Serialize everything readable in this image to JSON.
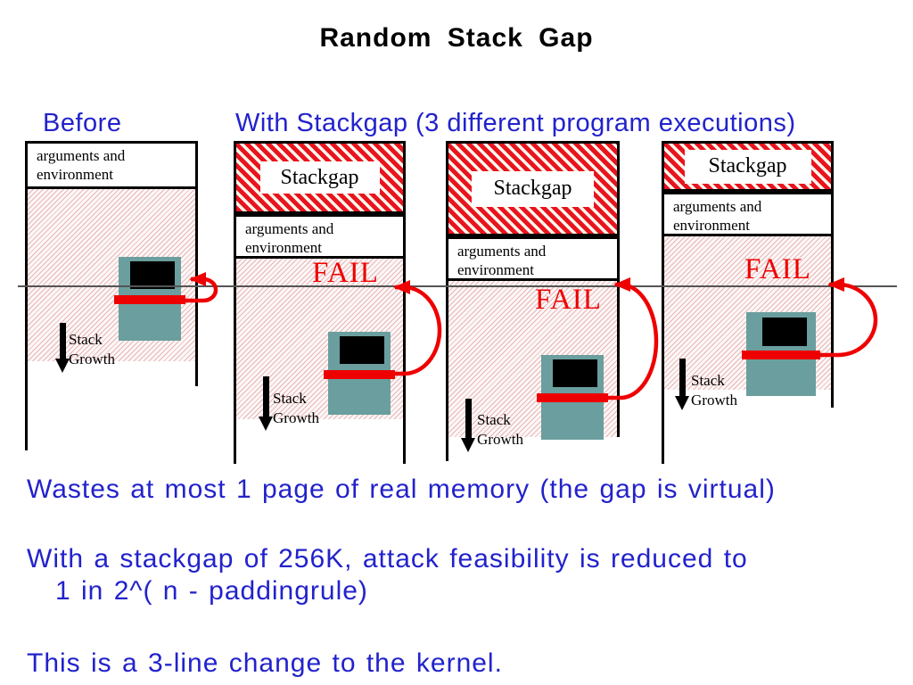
{
  "title": "Random Stack Gap",
  "headings": {
    "before": "Before",
    "with_stackgap": "With Stackgap  (3 different program executions)"
  },
  "labels": {
    "stackgap": "Stackgap",
    "args_line1": "arguments and",
    "args_line2": "environment",
    "fail": "FAIL",
    "stack_line1": "Stack",
    "stack_line2": "Growth"
  },
  "notes": {
    "note1": "Wastes at most 1 page of real memory (the gap is virtual)",
    "note2_line1": "With a stackgap of 256K, attack feasibility is reduced to",
    "note2_line2": "1 in 2^( n - paddingrule)",
    "note3": "This is a 3-line change to the kernel."
  },
  "colors": {
    "heading_blue": "#2222cc",
    "red": "#ee0000",
    "stripe_red": "#e8141e",
    "computer_teal": "#6b9e9e",
    "target_line_gray": "#555555"
  }
}
